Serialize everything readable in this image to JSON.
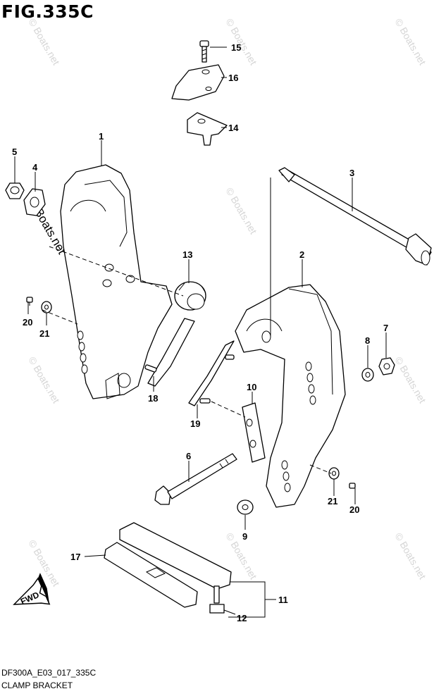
{
  "figure": {
    "title": "FIG.335C",
    "diagram_code": "DF300A_E03_017_335C",
    "diagram_name": "CLAMP BRACKET"
  },
  "direction_badge": "FWD",
  "watermark": "© Boats.net",
  "callouts": [
    {
      "id": "c15",
      "label": "15"
    },
    {
      "id": "c16",
      "label": "16"
    },
    {
      "id": "c14",
      "label": "14"
    },
    {
      "id": "c1",
      "label": "1"
    },
    {
      "id": "c5",
      "label": "5"
    },
    {
      "id": "c4",
      "label": "4"
    },
    {
      "id": "c3",
      "label": "3"
    },
    {
      "id": "c13",
      "label": "13"
    },
    {
      "id": "c2",
      "label": "2"
    },
    {
      "id": "c20a",
      "label": "20"
    },
    {
      "id": "c21a",
      "label": "21"
    },
    {
      "id": "c7",
      "label": "7"
    },
    {
      "id": "c8",
      "label": "8"
    },
    {
      "id": "c18",
      "label": "18"
    },
    {
      "id": "c10",
      "label": "10"
    },
    {
      "id": "c19",
      "label": "19"
    },
    {
      "id": "c6",
      "label": "6"
    },
    {
      "id": "c21b",
      "label": "21"
    },
    {
      "id": "c20b",
      "label": "20"
    },
    {
      "id": "c9",
      "label": "9"
    },
    {
      "id": "c17",
      "label": "17"
    },
    {
      "id": "c11",
      "label": "11"
    },
    {
      "id": "c12",
      "label": "12"
    }
  ]
}
